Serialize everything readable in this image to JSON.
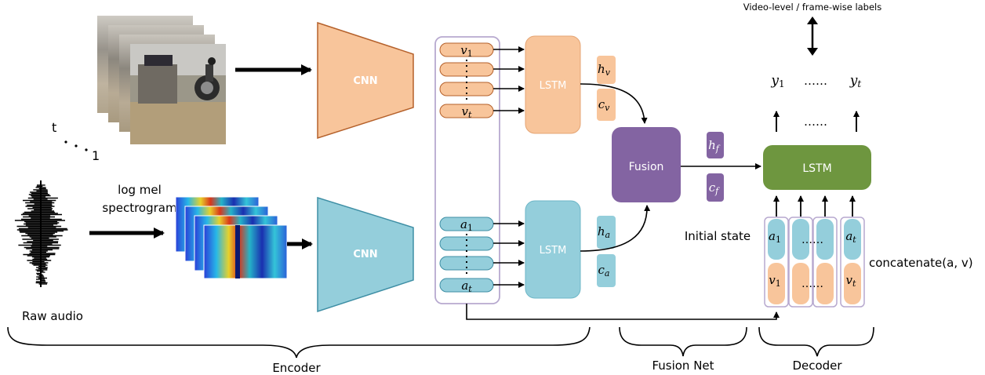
{
  "top_label": "Video-level / frame-wise labels",
  "frame_stack_label_t": "t",
  "frame_stack_label_1": "1",
  "log_mel_label": [
    "log mel",
    "spectrogram"
  ],
  "raw_audio_label": "Raw audio",
  "cnn_video_label": "CNN",
  "cnn_audio_label": "CNN",
  "lstm_video_label": "LSTM",
  "lstm_audio_label": "LSTM",
  "fusion_label": "Fusion",
  "decoder_lstm_label": "LSTM",
  "initial_state_label": "Initial state",
  "concat_label": "concatenate(a, v)",
  "video_feats": {
    "first": [
      "v",
      "1"
    ],
    "last": [
      "v",
      "t"
    ]
  },
  "audio_feats": {
    "first": [
      "a",
      "1"
    ],
    "last": [
      "a",
      "t"
    ]
  },
  "states": {
    "hv": [
      "h",
      "v"
    ],
    "cv": [
      "c",
      "v"
    ],
    "ha": [
      "h",
      "a"
    ],
    "ca": [
      "c",
      "a"
    ],
    "hf": [
      "h",
      "f"
    ],
    "cf": [
      "c",
      "f"
    ]
  },
  "outputs": {
    "first": [
      "y",
      "1"
    ],
    "last": [
      "y",
      "t"
    ],
    "dots": "……"
  },
  "decoder_cells": [
    {
      "a": [
        "a",
        "1"
      ],
      "v": [
        "v",
        "1"
      ]
    },
    {
      "a": [
        "",
        ""
      ],
      "v": [
        "",
        ""
      ]
    },
    {
      "a": [
        "a",
        "t"
      ],
      "v": [
        "v",
        "t"
      ]
    }
  ],
  "decoder_dots": "……",
  "brackets": {
    "encoder": "Encoder",
    "fusion_net": "Fusion Net",
    "decoder": "Decoder"
  },
  "colors": {
    "video": "#f8c59b",
    "video_stroke": "#b5612b",
    "audio": "#94cedb",
    "audio_stroke": "#3f8fa5",
    "fusion": "#8364a2",
    "decoder": "#6e963f",
    "frame_box_stroke": "#b7a9cf"
  }
}
